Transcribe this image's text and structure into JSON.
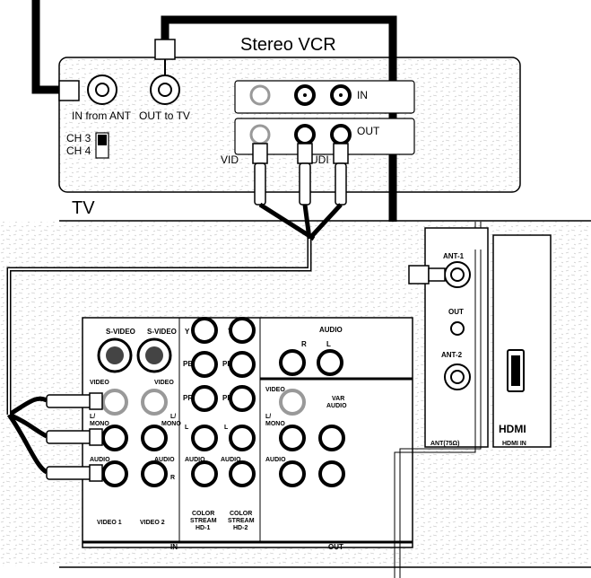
{
  "vcr": {
    "title": "Stereo VCR",
    "in_from_ant": "IN from ANT",
    "out_to_tv": "OUT to TV",
    "ch3": "CH 3",
    "ch4": "CH 4",
    "in_label": "IN",
    "out_label": "OUT",
    "video_label": "VID",
    "audio_label": "UDI"
  },
  "tv": {
    "title": "TV",
    "ant1": "ANT-1",
    "out": "OUT",
    "ant2": "ANT-2",
    "ant_footer": "ANT(75Ω)",
    "hdmi_logo": "HDMI",
    "hdmi_in": "HDMI IN",
    "svideo1": "S-VIDEO",
    "svideo2": "S-VIDEO",
    "video": "VIDEO",
    "video_r": "VIDEO",
    "l_mono": "L/",
    "mono": "MONO",
    "l_mono_r": "L/",
    "mono_r": "MONO",
    "audio": "AUDIO",
    "audio_r": "AUDIO",
    "r": "R",
    "video1": "VIDEO 1",
    "video2": "VIDEO 2",
    "y": "Y",
    "pb": "PB",
    "pr": "PR",
    "l": "L",
    "color_stream_1": "COLOR",
    "stream_1": "STREAM",
    "hd1": "HD-1",
    "color_stream_2": "COLOR",
    "stream_2": "STREAM",
    "hd2": "HD-2",
    "audio_top": "AUDIO",
    "audio_r_top": "R",
    "audio_l_top": "L",
    "out_video": "VIDEO",
    "out_l_mono": "L/",
    "out_mono": "MONO",
    "out_audio": "AUDIO",
    "var": "VAR",
    "var_audio": "AUDIO",
    "in_footer": "IN",
    "out_footer": "OUT"
  }
}
